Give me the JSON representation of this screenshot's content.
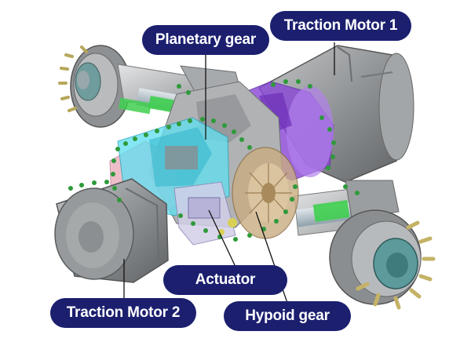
{
  "colors": {
    "label_bg": "#1b1f6e",
    "motor_grey": "#8d9092",
    "planetary_cyan": "#63dff0",
    "motor1_purple": "#8a49d6",
    "hypoid_tan": "#c9ac82",
    "shaft_green": "#3fcf4f",
    "pink_housing": "#e7a7b8",
    "hub_teal": "#5c9a9c"
  },
  "labels": {
    "planetary_gear": "Planetary gear",
    "traction_motor_1": "Traction Motor 1",
    "actuator": "Actuator",
    "traction_motor_2": "Traction Motor 2",
    "hypoid_gear": "Hypoid gear"
  }
}
